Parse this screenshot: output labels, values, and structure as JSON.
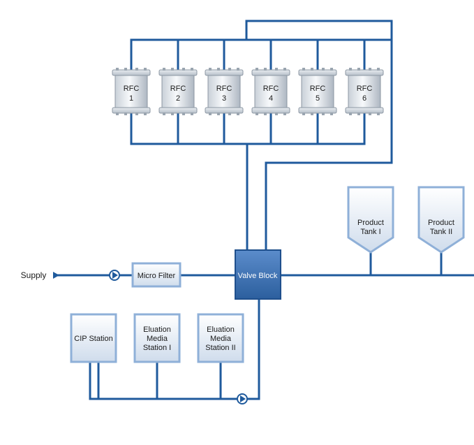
{
  "supply_label": "Supply",
  "micro_filter_label": "Micro Filter",
  "valve_block_label": "Valve Block",
  "columns": [
    {
      "line1": "RFC",
      "line2": "1"
    },
    {
      "line1": "RFC",
      "line2": "2"
    },
    {
      "line1": "RFC",
      "line2": "3"
    },
    {
      "line1": "RFC",
      "line2": "4"
    },
    {
      "line1": "RFC",
      "line2": "5"
    },
    {
      "line1": "RFC",
      "line2": "6"
    }
  ],
  "product_tanks": [
    {
      "line1": "Product",
      "line2": "Tank I"
    },
    {
      "line1": "Product",
      "line2": "Tank II"
    }
  ],
  "stations": [
    {
      "lines": [
        "CIP Station"
      ]
    },
    {
      "lines": [
        "Eluation",
        "Media",
        "Station I"
      ]
    },
    {
      "lines": [
        "Eluation",
        "Media",
        "Station II"
      ]
    }
  ],
  "colors": {
    "pipe": "#1f5a9c",
    "box_border": "#8fb0d8",
    "valve_block": "#3d72b0"
  },
  "icons": {
    "pump": "pump-icon",
    "arrow": "arrow-head-icon"
  }
}
